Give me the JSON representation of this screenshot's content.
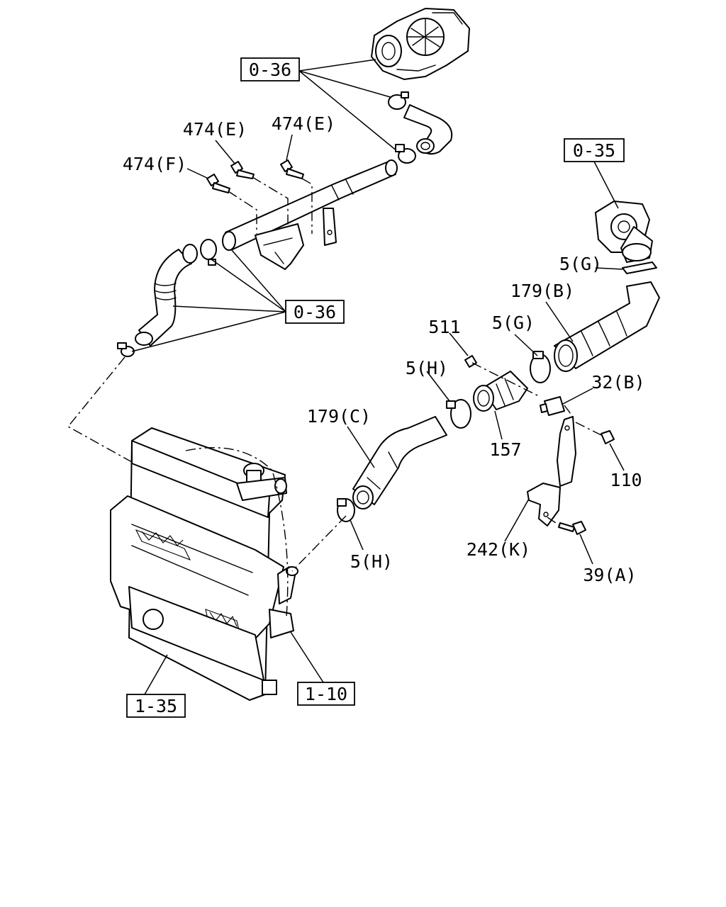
{
  "refs": {
    "ref_top": "0-36",
    "ref_mid": "0-36",
    "ref_right": "0-35",
    "ref_radiator": "1-35",
    "ref_shroud": "1-10"
  },
  "callouts": {
    "bolt_e1": "474(E)",
    "bolt_e2": "474(E)",
    "bolt_f": "474(F)",
    "clamp_g_top": "5(G)",
    "hose_b": "179(B)",
    "nut_511": "511",
    "clamp_g_mid": "5(G)",
    "clamp_h_top": "5(H)",
    "sensor_b": "32(B)",
    "hose_c": "179(C)",
    "pipe_157": "157",
    "nut_110": "110",
    "clamp_h_bottom": "5(H)",
    "bracket_k": "242(K)",
    "bolt_a": "39(A)"
  }
}
